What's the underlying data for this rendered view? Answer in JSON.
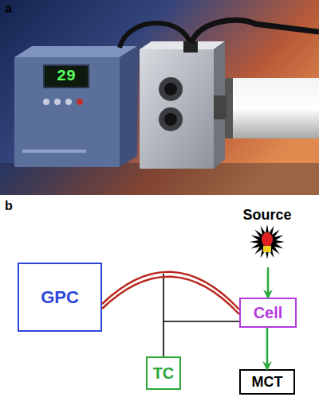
{
  "diagram": {
    "nodes": [
      {
        "text": [
          "Source"
        ]
      },
      {
        "text": [
          "GPC"
        ]
      },
      {
        "text": [
          "Cell"
        ]
      },
      {
        "text": [
          "TC"
        ]
      },
      {
        "text": [
          "MCT"
        ]
      }
    ],
    "edges": [
      {
        "from": 0,
        "to": 2,
        "arrow": "to"
      },
      {
        "from": 1,
        "to": 2,
        "arrow": "none"
      },
      {
        "from": 3,
        "to": 2,
        "arrow": "none"
      },
      {
        "from": 2,
        "to": 4,
        "arrow": "to"
      }
    ],
    "labels": [
      "a",
      "29",
      "b"
    ]
  }
}
